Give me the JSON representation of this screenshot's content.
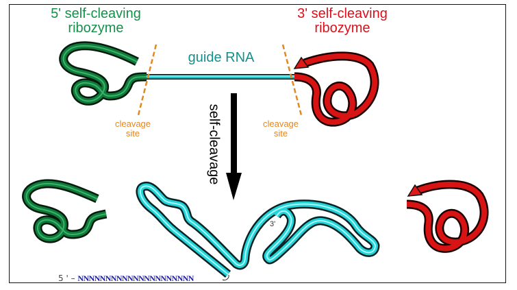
{
  "labels": {
    "five_prime_ribozyme": "5' self-cleaving\nribozyme",
    "five_prime_line1": "5' self-cleaving",
    "five_prime_line2": "ribozyme",
    "three_prime_line1": "3' self-cleaving",
    "three_prime_line2": "ribozyme",
    "guide_rna": "guide RNA",
    "cleavage_site_left_line1": "cleavage",
    "cleavage_site_left_line2": "site",
    "cleavage_site_right_line1": "cleavage",
    "cleavage_site_right_line2": "site",
    "process_arrow": "self-cleavage",
    "sequence_5prime": "5 ' – ",
    "sequence_n": "NNNNNNNNNNNNNNNNNNNNN",
    "three_prime_end": "3'"
  },
  "colors": {
    "ribozyme_5": "#0f7a3a",
    "ribozyme_3": "#d81313",
    "guide_rna": "#22d3d8",
    "cleavage": "#e3871f",
    "sequence": "#1a1aa8"
  }
}
